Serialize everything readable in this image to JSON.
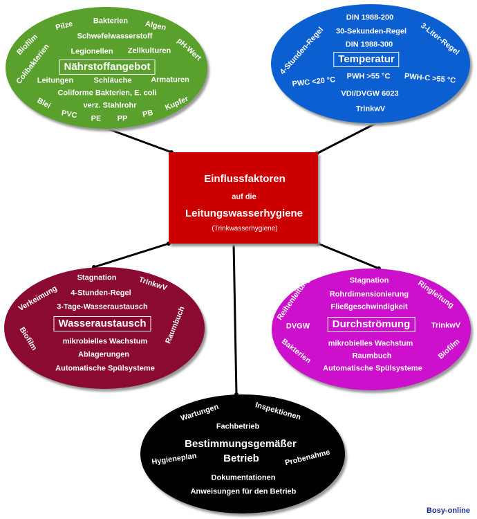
{
  "center": {
    "line1": "Einflussfaktoren",
    "line2": "auf die",
    "line3": "Leitungswasserhygiene",
    "line4": "(Trinkwasserhygiene)"
  },
  "naehrstoff": {
    "color": "#5aa02c",
    "title": "Nährstoffangebot",
    "items": [
      "Bakterien",
      "Pilze",
      "Algen",
      "Biofilm",
      "Schwefelwasserstoff",
      "pH-Wert",
      "Colibakterien",
      "Legionellen",
      "Zellkulturen",
      "Leitungen",
      "Schläuche",
      "Armaturen",
      "Coliforme Bakterien, E. coli",
      "Blei",
      "verz. Stahlrohr",
      "Kupfer",
      "PVC",
      "PE",
      "PP",
      "PB"
    ]
  },
  "temperatur": {
    "color": "#0b5fd0",
    "title": "Temperatur",
    "items": [
      "DIN 1988-200",
      "30-Sekunden-Regel",
      "3-Liter-Regel",
      "4-Stunden-Regel",
      "DIN 1988-300",
      "PWC <20 °C",
      "PWH >55 °C",
      "PWH-C >55 °C",
      "VDI/DVGW 6023",
      "TrinkwV"
    ]
  },
  "wasseraustausch": {
    "color": "#8b0a32",
    "title": "Wasseraustausch",
    "items": [
      "Stagnation",
      "TrinkwV",
      "Verkeimung",
      "4-Stunden-Regel",
      "3-Tage-Wasseraustausch",
      "Raumbuch",
      "Biofilm",
      "mikrobielles Wachstum",
      "Ablagerungen",
      "Automatische Spülsysteme"
    ]
  },
  "durchstroemung": {
    "color": "#cc10cc",
    "title": "Durchströmung",
    "items": [
      "Stagnation",
      "Ringleitung",
      "Reihenleitung",
      "Rohrdimensionierung",
      "Fließgeschwindigkeit",
      "DVGW",
      "TrinkwV",
      "mikrobielles Wachstum",
      "Bakterien",
      "Raumbuch",
      "Biofilm",
      "Automatische Spülsysteme"
    ]
  },
  "betrieb": {
    "color": "#000000",
    "title_line1": "Bestimmungsgemäßer",
    "title_line2": "Betrieb",
    "items": [
      "Wartungen",
      "Inspektionen",
      "Fachbetrieb",
      "Hygieneplan",
      "Probenahme",
      "Dokumentationen",
      "Anweisungen für den Betrieb"
    ]
  },
  "footer": "Bosy-online"
}
